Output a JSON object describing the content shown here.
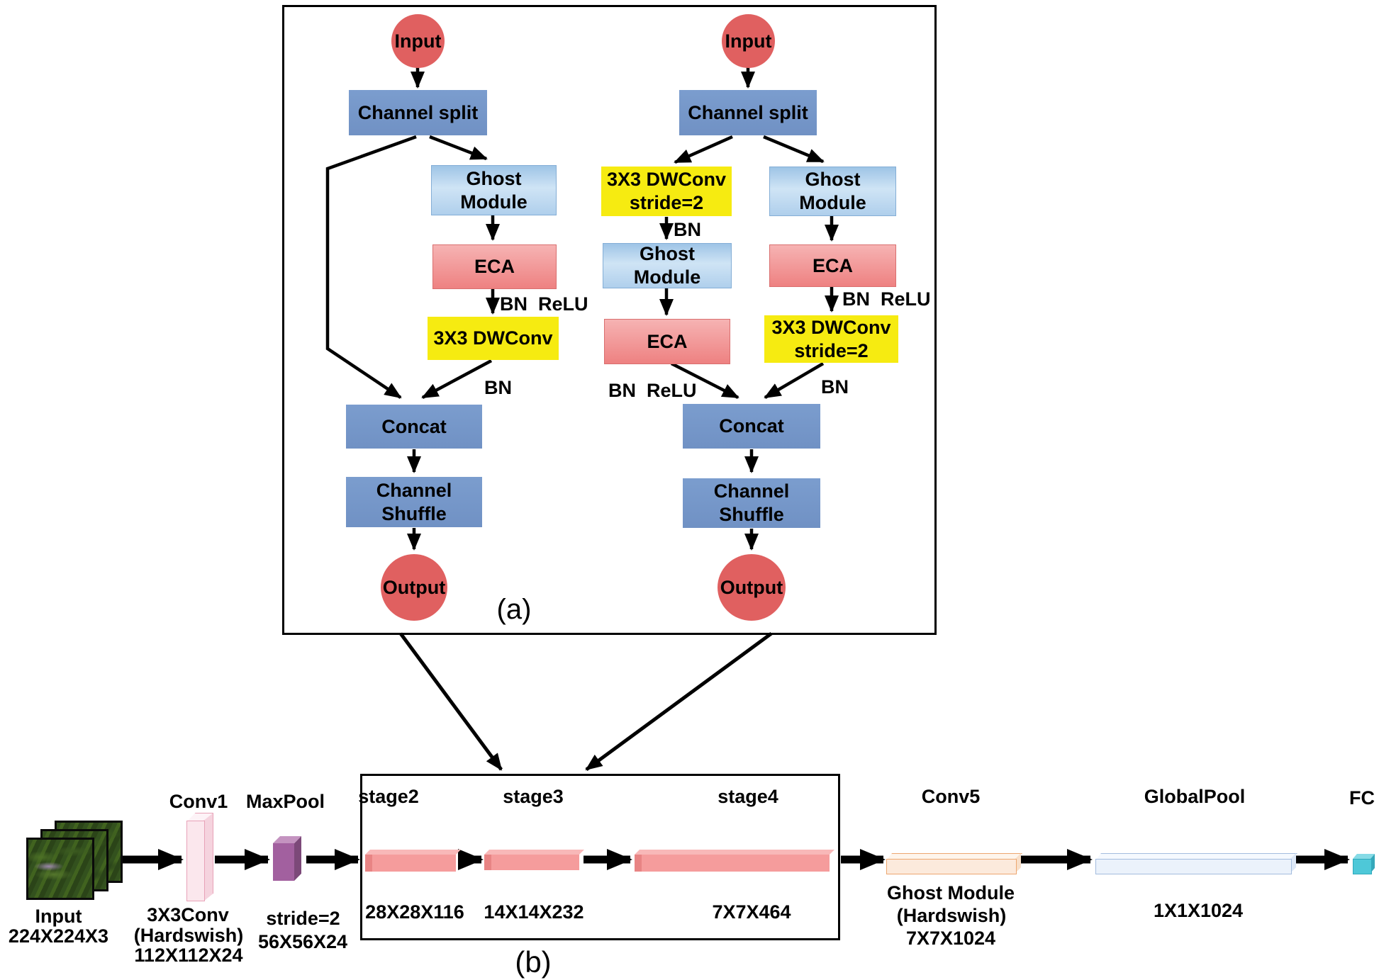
{
  "figure": {
    "caption_a": "(a)",
    "caption_b": "(b)"
  },
  "colors": {
    "red": "#E06060",
    "blue": "#7295C8",
    "light_blue": "#BDD7EE",
    "salmon": "#F08B8B",
    "yellow": "#F6EB11",
    "purple": "#A2609F",
    "pink": "#FBE7ED",
    "stage_salmon": "#F59C9C",
    "peach": "#FCEADC",
    "pale_blue": "#EBF2FB",
    "cyan": "#4EC8D8",
    "line": "#000000"
  },
  "unit_a_left": {
    "input": "Input",
    "channel_split": "Channel split",
    "ghost": "Ghost\nModule",
    "eca": "ECA",
    "bn_relu": "BN  ReLU",
    "dwconv": "3X3 DWConv",
    "bn": "BN",
    "concat": "Concat",
    "shuffle": "Channel\nShuffle",
    "output": "Output"
  },
  "unit_a_right": {
    "input": "Input",
    "channel_split": "Channel split",
    "dwconv_stride2_a": "3X3 DWConv\nstride=2",
    "bn_a": "BN",
    "ghost_a": "Ghost\nModule",
    "eca_a": "ECA",
    "bn_relu_a": "BN  ReLU",
    "ghost_b": "Ghost\nModule",
    "eca_b": "ECA",
    "bn_relu_b": "BN  ReLU",
    "dwconv_stride2_b": "3X3 DWConv\nstride=2",
    "bn_b": "BN",
    "concat": "Concat",
    "shuffle": "Channel\nShuffle",
    "output": "Output"
  },
  "pipeline": {
    "input_label": "Input",
    "input_dims": "224X224X3",
    "conv1_title": "Conv1",
    "conv1_line1": "3X3Conv",
    "conv1_line2": "(Hardswish)",
    "conv1_line3": "112X112X24",
    "maxpool_title": "MaxPool",
    "maxpool_line1": "stride=2",
    "maxpool_line2": "56X56X24",
    "stages": [
      {
        "name": "stage2",
        "dims": "28X28X116"
      },
      {
        "name": "stage3",
        "dims": "14X14X232"
      },
      {
        "name": "stage4",
        "dims": "7X7X464"
      }
    ],
    "conv5_title": "Conv5",
    "conv5_line1": "Ghost Module",
    "conv5_line2": "(Hardswish)",
    "conv5_line3": "7X7X1024",
    "globalpool_title": "GlobalPool",
    "globalpool_dims": "1X1X1024",
    "fc_title": "FC"
  }
}
